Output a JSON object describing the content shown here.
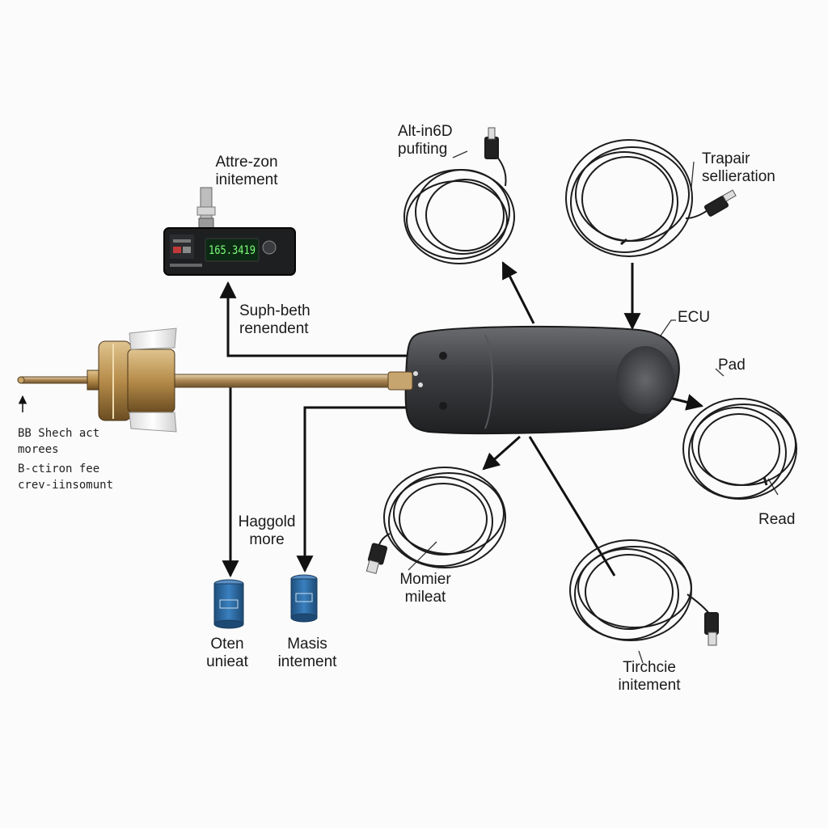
{
  "colors": {
    "background": "#fbfbfb",
    "line": "#111111",
    "ecu_body": "#3c3d40",
    "brass": "#b68c4a",
    "lcd": "#7dff7a",
    "capacitor": "#2f6fa8"
  },
  "device": {
    "display_value": "165.3419"
  },
  "labels": {
    "attre_zon_line1": "Attre-zon",
    "attre_zon_line2": "initement",
    "suph_beth_line1": "Suph-beth",
    "suph_beth_line2": "renendent",
    "alt_in6d_line1": "Alt-in6D",
    "alt_in6d_line2": "pufiting",
    "trapair_line1": "Trapair",
    "trapair_line2": "sellieration",
    "ecu": "ECU",
    "pad": "Pad",
    "read": "Read",
    "bb_line1": "BB Shech act",
    "bb_line2": "morees",
    "bctiron_line1": "B-ctiron fee",
    "bctiron_line2": "crev-iinsomunt",
    "haggold_line1": "Haggold",
    "haggold_line2": "more",
    "oten_line1": "Oten",
    "oten_line2": "unieat",
    "masis_line1": "Masis",
    "masis_line2": "intement",
    "momier_line1": "Momier",
    "momier_line2": "mileat",
    "tirchcie_line1": "Tirchcie",
    "tirchcie_line2": "initement"
  }
}
